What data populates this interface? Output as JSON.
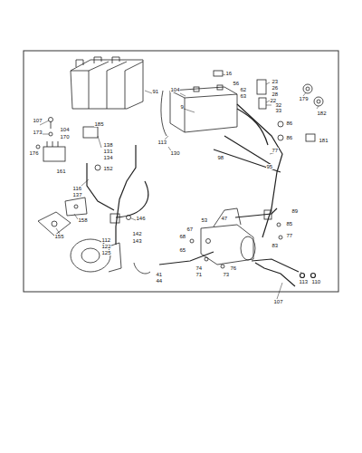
{
  "diagram": {
    "labels": [
      "91",
      "104",
      "9",
      "16",
      "56",
      "62",
      "63",
      "23",
      "26",
      "28",
      "22",
      "32",
      "33",
      "179",
      "182",
      "86",
      "86",
      "181",
      "77",
      "95",
      "98",
      "113",
      "130",
      "107",
      "173",
      "104",
      "170",
      "176",
      "185",
      "138",
      "131",
      "134",
      "152",
      "161",
      "116",
      "137",
      "158",
      "155",
      "146",
      "112",
      "122",
      "125",
      "142",
      "143",
      "41",
      "44",
      "53",
      "68",
      "65",
      "67",
      "47",
      "73",
      "76",
      "74",
      "71",
      "89",
      "85",
      "77",
      "83",
      "107",
      "113",
      "110"
    ]
  }
}
